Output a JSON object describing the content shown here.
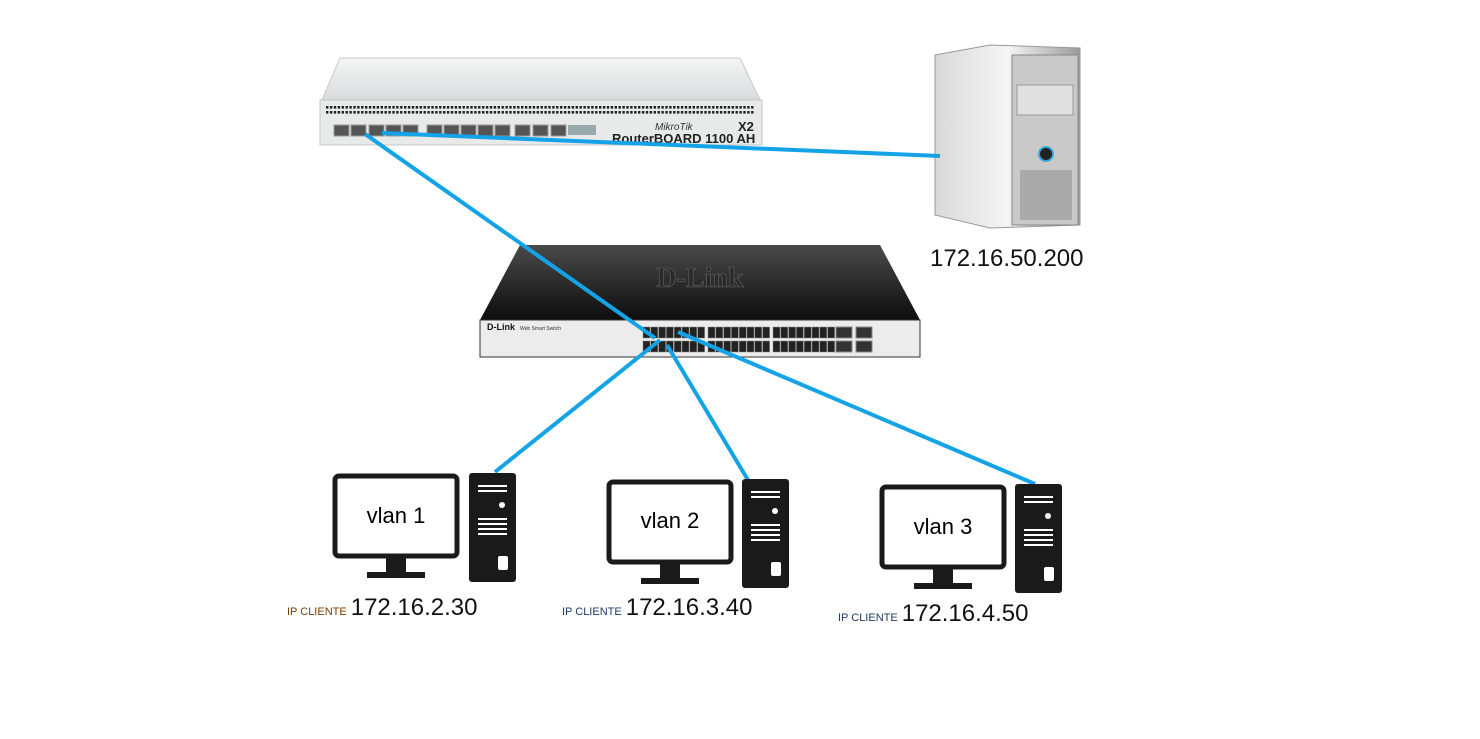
{
  "router": {
    "brand": "MikroTik",
    "model_suffix": "X2",
    "model": "RouterBOARD 1100 AH"
  },
  "switch": {
    "brand": "D-Link",
    "subtitle": "Web Smart Switch"
  },
  "server": {
    "ip": "172.16.50.200"
  },
  "clients": [
    {
      "vlan": "vlan 1",
      "prefix": "IP CLIENTE",
      "ip": "172.16.2.30",
      "prefix_color": "#7a3c00"
    },
    {
      "vlan": "vlan 2",
      "prefix": "IP CLIENTE",
      "ip": "172.16.3.40",
      "prefix_color": "#1f3864"
    },
    {
      "vlan": "vlan 3",
      "prefix": "IP CLIENTE",
      "ip": "172.16.4.50",
      "prefix_color": "#1f3864"
    }
  ],
  "colors": {
    "link": "#13a3e6",
    "device_dark": "#1a1a1a"
  }
}
